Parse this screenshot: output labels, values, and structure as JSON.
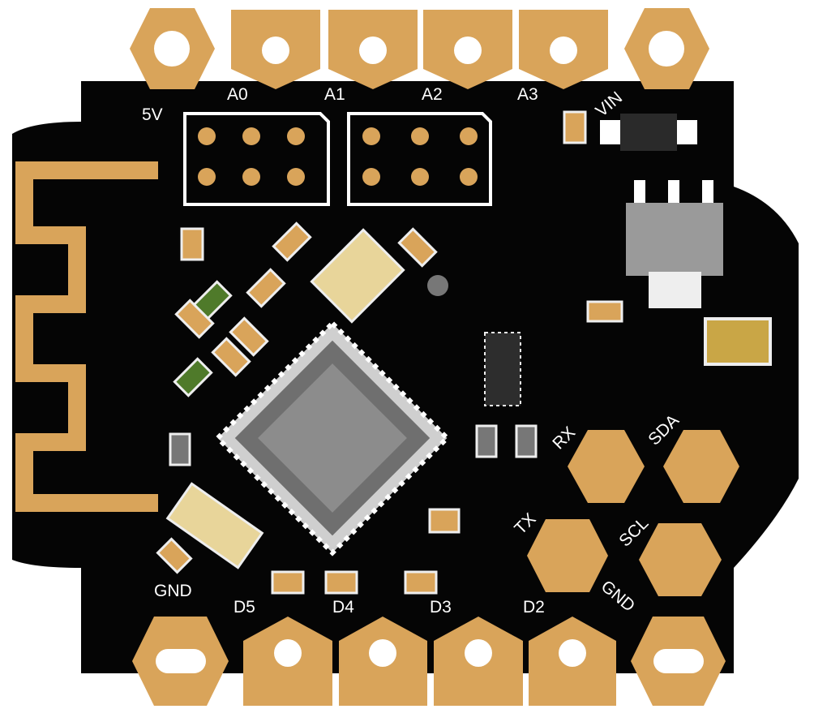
{
  "colors": {
    "board": "#050505",
    "copper": "#d9a45a",
    "silk": "#ffffff",
    "chip": "#7a7a7a",
    "chip_core": "#8c8c8c",
    "pad_light": "#e8d59a",
    "led_green": "#4f7a2a"
  },
  "labels": {
    "top": [
      "5V",
      "A0",
      "A1",
      "A2",
      "A3",
      "VIN"
    ],
    "bottom": [
      "GND",
      "D5",
      "D4",
      "D3",
      "D2",
      "GND"
    ],
    "right": [
      "RX",
      "SDA",
      "TX",
      "SCL"
    ]
  }
}
